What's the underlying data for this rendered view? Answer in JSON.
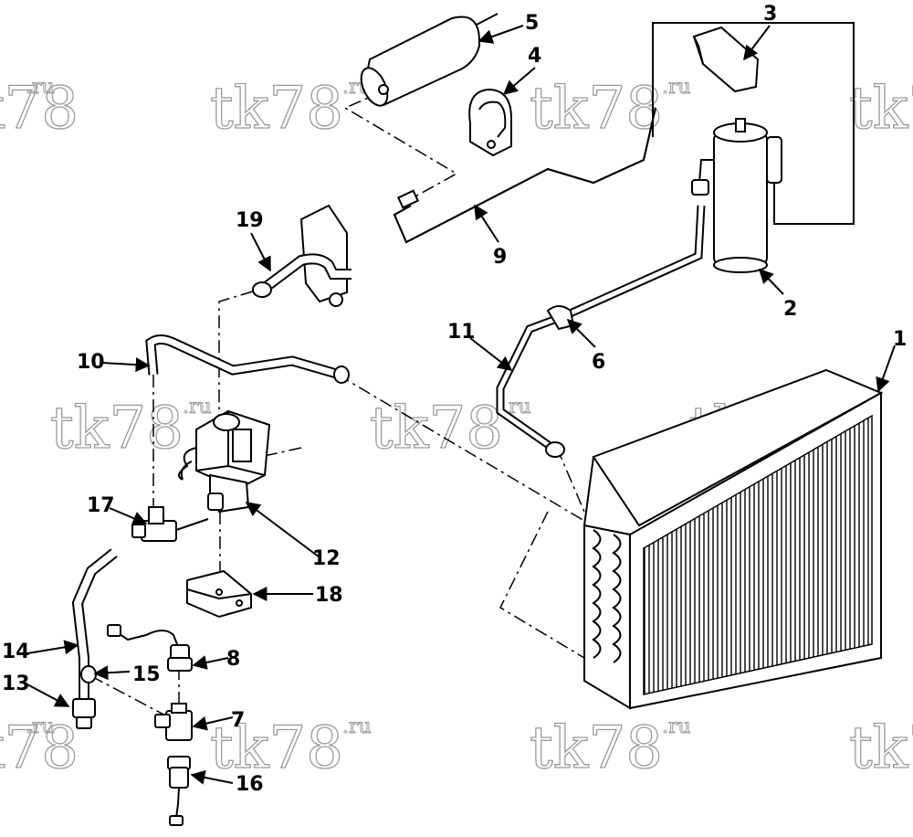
{
  "watermark": {
    "main": "tk78",
    "suffix": ".ru"
  },
  "callouts": [
    {
      "id": "1",
      "label": "1"
    },
    {
      "id": "2",
      "label": "2"
    },
    {
      "id": "3",
      "label": "3"
    },
    {
      "id": "4",
      "label": "4"
    },
    {
      "id": "5",
      "label": "5"
    },
    {
      "id": "6",
      "label": "6"
    },
    {
      "id": "7",
      "label": "7"
    },
    {
      "id": "8",
      "label": "8"
    },
    {
      "id": "9",
      "label": "9"
    },
    {
      "id": "10",
      "label": "10"
    },
    {
      "id": "11",
      "label": "11"
    },
    {
      "id": "12",
      "label": "12"
    },
    {
      "id": "13",
      "label": "13"
    },
    {
      "id": "14",
      "label": "14"
    },
    {
      "id": "15",
      "label": "15"
    },
    {
      "id": "16",
      "label": "16"
    },
    {
      "id": "17",
      "label": "17"
    },
    {
      "id": "18",
      "label": "18"
    },
    {
      "id": "19",
      "label": "19"
    }
  ]
}
